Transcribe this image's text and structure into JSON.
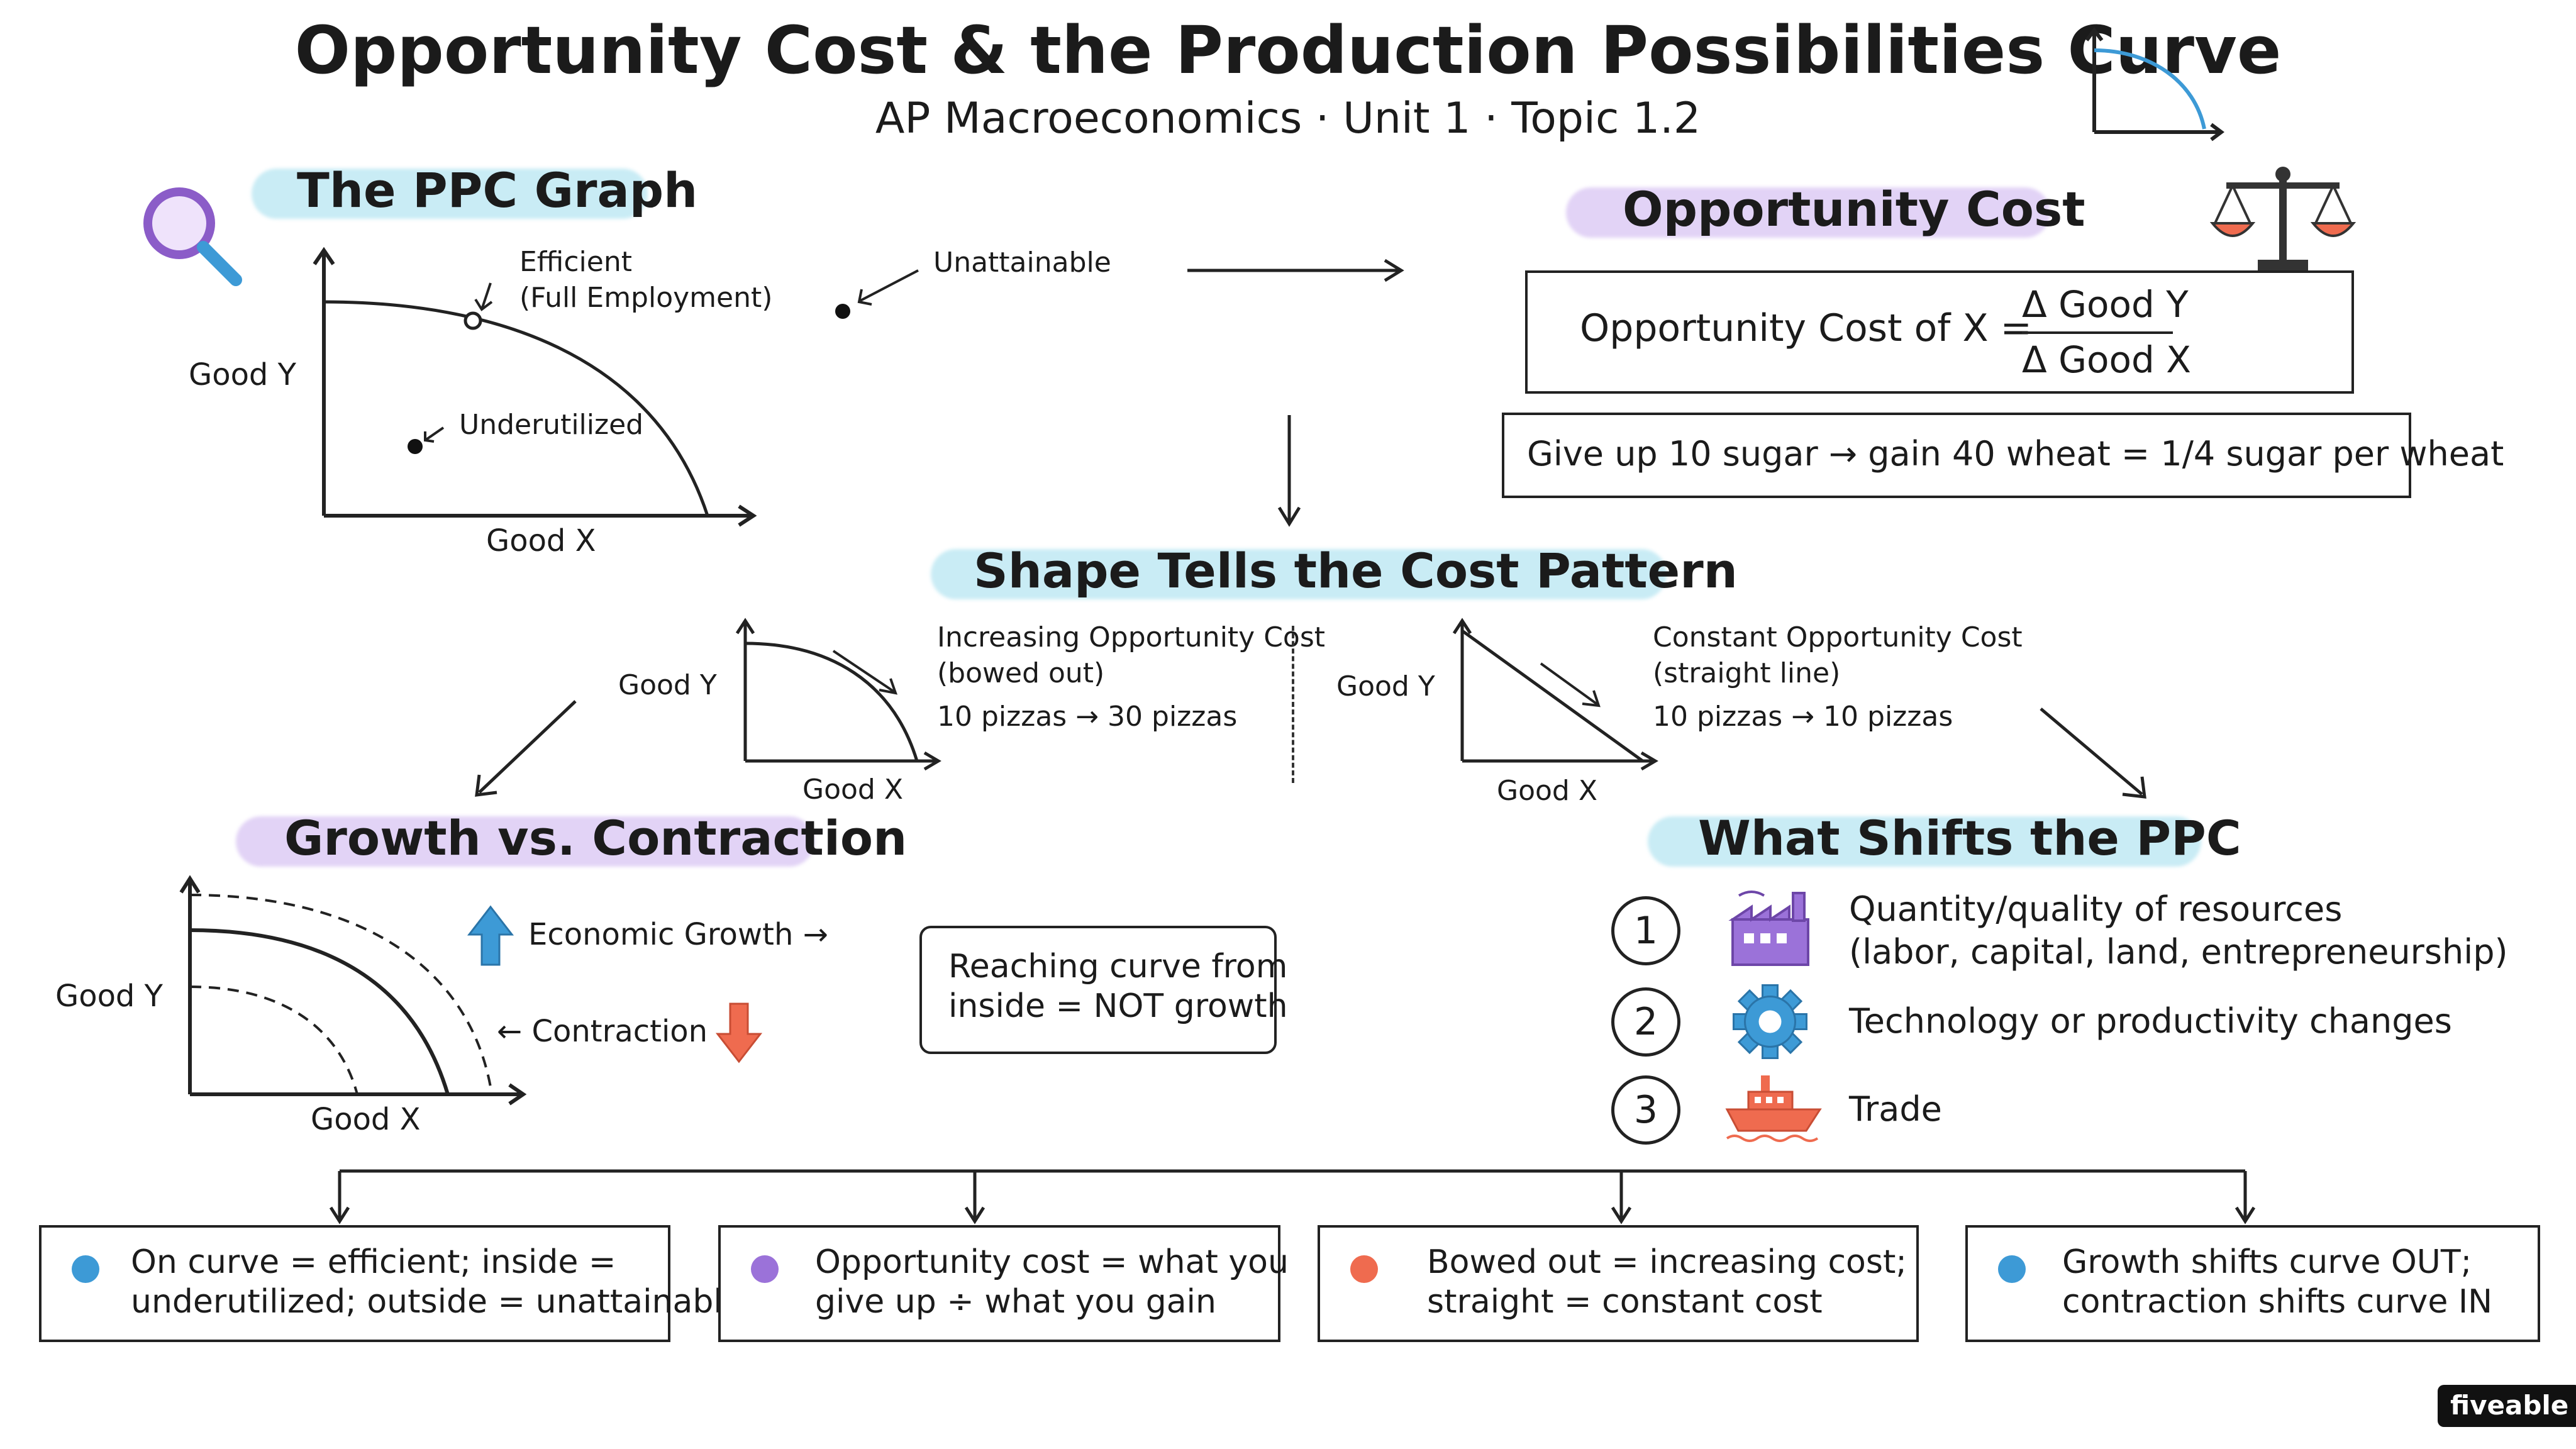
{
  "header": {
    "title": "Opportunity Cost & the Production Possibilities Curve",
    "subtitle": "AP Macroeconomics · Unit 1 · Topic 1.2"
  },
  "ppc_graph": {
    "heading": "The PPC Graph",
    "y_label": "Good Y",
    "x_label": "Good X",
    "efficient_label_line1": "Efficient",
    "efficient_label_line2": "(Full Employment)",
    "underutilized_label": "Underutilized",
    "unattainable_label": "Unattainable"
  },
  "opportunity_cost": {
    "heading": "Opportunity Cost",
    "formula_lhs": "Opportunity Cost of X =",
    "numerator": "Δ Good Y",
    "denominator": "Δ Good X",
    "example": "Give up 10 sugar → gain 40 wheat = 1/4 sugar per wheat"
  },
  "shape": {
    "heading": "Shape Tells the Cost Pattern",
    "bowed": {
      "y_label": "Good Y",
      "x_label": "Good X",
      "title": "Increasing Opportunity Cost",
      "subtitle": "(bowed out)",
      "example": "10 pizzas → 30 pizzas"
    },
    "straight": {
      "y_label": "Good Y",
      "x_label": "Good X",
      "title": "Constant Opportunity Cost",
      "subtitle": "(straight line)",
      "example": "10 pizzas → 10 pizzas"
    }
  },
  "growth": {
    "heading": "Growth vs. Contraction",
    "y_label": "Good Y",
    "x_label": "Good X",
    "growth_label": "Economic Growth →",
    "contraction_label": "← Contraction",
    "note_line1": "Reaching curve from",
    "note_line2": "inside = NOT growth"
  },
  "shifts": {
    "heading": "What Shifts the PPC",
    "items": [
      {
        "number": "1",
        "icon": "factory-icon",
        "line1": "Quantity/quality of resources",
        "line2": "(labor, capital, land, entrepreneurship)"
      },
      {
        "number": "2",
        "icon": "gear-icon",
        "line1": "Technology or productivity changes",
        "line2": ""
      },
      {
        "number": "3",
        "icon": "ship-icon",
        "line1": "Trade",
        "line2": ""
      }
    ]
  },
  "summary": [
    {
      "color": "#3d9ad6",
      "line1": "On curve = efficient; inside =",
      "line2": "underutilized; outside = unattainable"
    },
    {
      "color": "#9b72d9",
      "line1": "Opportunity cost = what you",
      "line2": "give up ÷ what you gain"
    },
    {
      "color": "#ef6b4f",
      "line1": "Bowed out = increasing cost;",
      "line2": "straight = constant cost"
    },
    {
      "color": "#3d9ad6",
      "line1": "Growth shifts curve OUT;",
      "line2": "contraction shifts curve IN"
    }
  ],
  "brand": {
    "logo_text": "fiveable"
  },
  "colors": {
    "highlight_blue": "#c9ecf5",
    "highlight_purple": "#e2d3f6",
    "accent_blue": "#3d9ad6",
    "accent_purple": "#9b72d9",
    "accent_orange": "#ef6b4f"
  }
}
